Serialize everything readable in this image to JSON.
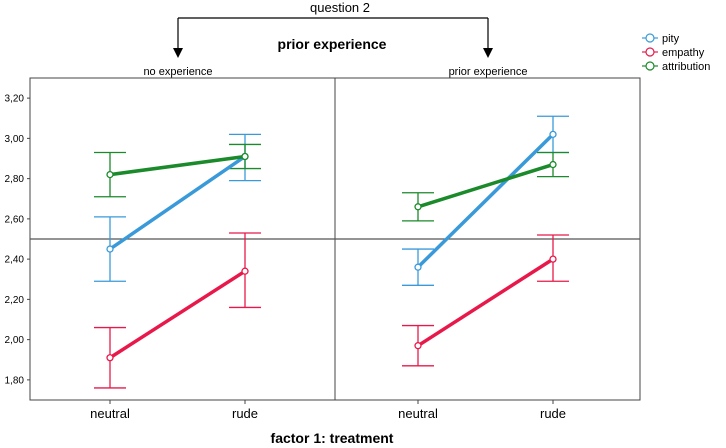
{
  "header": {
    "top_label": "question 2",
    "group_title": "prior experience"
  },
  "footer": {
    "x_title": "factor 1: treatment"
  },
  "colors": {
    "pity": "#3a9ad9",
    "empathy": "#e8194a",
    "attribution": "#1a8a2a",
    "reference_line": "#555555",
    "frame": "#444444"
  },
  "chart_data": {
    "type": "line",
    "categories": [
      "neutral",
      "rude"
    ],
    "ylim": [
      1.7,
      3.3
    ],
    "yticks": [
      "1,80",
      "2,00",
      "2,20",
      "2,40",
      "2,60",
      "2,80",
      "3,00",
      "3,20"
    ],
    "ytick_values": [
      1.8,
      2.0,
      2.2,
      2.4,
      2.6,
      2.8,
      3.0,
      3.2
    ],
    "reference_y": 2.5,
    "legend": {
      "position": "top-right",
      "entries": [
        "pity",
        "empathy",
        "attribution"
      ]
    },
    "panels": [
      {
        "label": "no experience",
        "series": [
          {
            "name": "pity",
            "values": [
              2.45,
              2.91
            ],
            "lower": [
              2.29,
              2.79
            ],
            "upper": [
              2.61,
              3.02
            ]
          },
          {
            "name": "empathy",
            "values": [
              1.91,
              2.34
            ],
            "lower": [
              1.76,
              2.16
            ],
            "upper": [
              2.06,
              2.53
            ]
          },
          {
            "name": "attribution",
            "values": [
              2.82,
              2.91
            ],
            "lower": [
              2.71,
              2.85
            ],
            "upper": [
              2.93,
              2.97
            ]
          }
        ]
      },
      {
        "label": "prior experience",
        "series": [
          {
            "name": "pity",
            "values": [
              2.36,
              3.02
            ],
            "lower": [
              2.27,
              2.93
            ],
            "upper": [
              2.45,
              3.11
            ]
          },
          {
            "name": "empathy",
            "values": [
              1.97,
              2.4
            ],
            "lower": [
              1.87,
              2.29
            ],
            "upper": [
              2.07,
              2.52
            ]
          },
          {
            "name": "attribution",
            "values": [
              2.66,
              2.87
            ],
            "lower": [
              2.59,
              2.81
            ],
            "upper": [
              2.73,
              2.93
            ]
          }
        ]
      }
    ]
  }
}
